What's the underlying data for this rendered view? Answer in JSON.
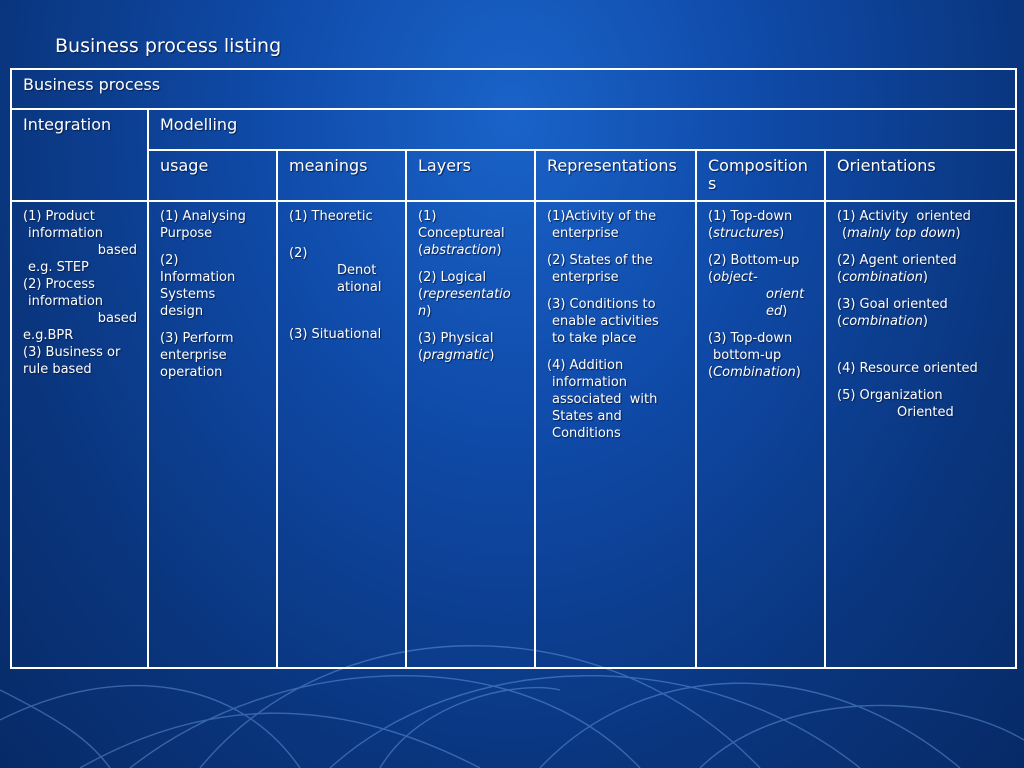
{
  "title": "Business process listing",
  "table": {
    "top_header": "Business process",
    "integration_header": "Integration",
    "modelling_header": "Modelling",
    "columns": [
      "usage",
      "meanings",
      "Layers",
      "Representations",
      "Composition s",
      "Orientations"
    ],
    "integration_lines": [
      "(1) Product",
      "information",
      "based",
      "e.g. STEP",
      "(2) Process",
      "information",
      "based",
      "e.g.BPR",
      "(3) Business or",
      "rule based"
    ],
    "usage_lines": [
      "(1) Analysing",
      "Purpose",
      "(2)",
      "Information",
      "Systems",
      "design",
      "(3) Perform",
      "enterprise",
      "operation"
    ],
    "meanings_lines": [
      "(1) Theoretic",
      "(2)",
      "Denot",
      "ational",
      "(3) Situational"
    ],
    "layers": {
      "l1a": "(1)",
      "l1b": "Conceptureal",
      "l1c": "abstraction",
      "l2a": "(2) Logical",
      "l2b": "representatio",
      "l2c": "n",
      "l3a": "(3) Physical",
      "l3b": "pragmatic"
    },
    "representations_lines": [
      "(1)Activity of the",
      "enterprise",
      "(2) States of the",
      "enterprise",
      "(3) Conditions to",
      "enable activities",
      "to take place",
      "(4) Addition",
      "information",
      "associated  with",
      "States and",
      "Conditions"
    ],
    "compositions": {
      "c1a": "(1) Top-down",
      "c1b": "structures",
      "c2a": "(2) Bottom-up",
      "c2b": "object-",
      "c2c": "orient",
      "c2d": "ed",
      "c3a": "(3) Top-down",
      "c3b": "bottom-up",
      "c3c": "Combination"
    },
    "orientations": {
      "o1a": "(1) Activity  oriented",
      "o1b": "mainly top down",
      "o2a": "(2) Agent oriented",
      "o2b": "combination",
      "o3a": "(3) Goal oriented",
      "o3b": "combination",
      "o4": "(4) Resource oriented",
      "o5a": "(5) Organization",
      "o5b": "Oriented"
    }
  }
}
